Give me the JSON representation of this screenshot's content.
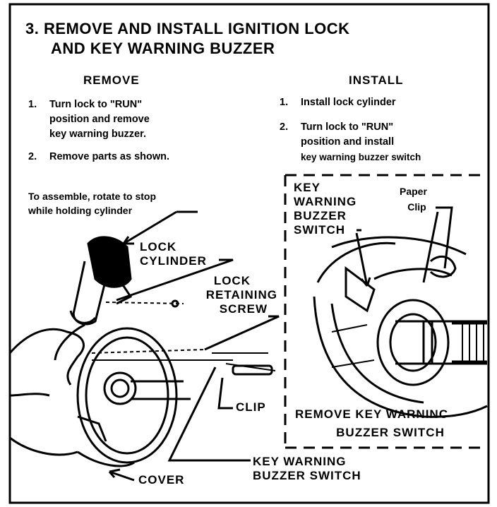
{
  "title": {
    "line1": "3.  REMOVE AND INSTALL IGNITION LOCK",
    "line2": "AND KEY WARNING BUZZER"
  },
  "remove": {
    "heading": "REMOVE",
    "steps": [
      {
        "num": "1.",
        "lines": [
          "Turn lock to \"RUN\"",
          "position and remove",
          "key warning buzzer."
        ]
      },
      {
        "num": "2.",
        "lines": [
          "Remove parts as shown."
        ]
      }
    ]
  },
  "install": {
    "heading": "INSTALL",
    "steps": [
      {
        "num": "1.",
        "lines": [
          "Install lock cylinder"
        ]
      },
      {
        "num": "2.",
        "lines": [
          "Turn lock to \"RUN\"",
          "position and install",
          "key warning buzzer switch"
        ]
      }
    ]
  },
  "note": {
    "line1": "To assemble, rotate to stop",
    "line2": "while holding cylinder"
  },
  "labels": {
    "lock_cylinder": [
      "LOCK",
      "CYLINDER"
    ],
    "lock_retaining_screw": [
      "LOCK",
      "RETAINING",
      "SCREW"
    ],
    "clip": "CLIP",
    "cover": "COVER",
    "key_warning_buzzer_switch": [
      "KEY WARNING",
      "BUZZER SWITCH"
    ],
    "inset_switch": [
      "KEY",
      "WARNING",
      "BUZZER",
      "SWITCH"
    ],
    "paper_clip": [
      "Paper",
      "Clip"
    ],
    "inset_caption": [
      "REMOVE KEY WARNINC",
      "BUZZER SWITCH"
    ]
  }
}
